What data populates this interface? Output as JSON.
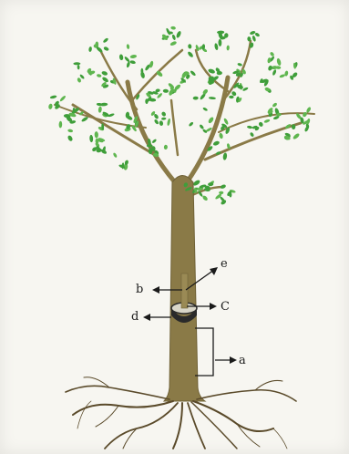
{
  "figure": {
    "labels": {
      "a": "a",
      "b": "b",
      "c": "C",
      "d": "d",
      "e": "e"
    },
    "colors": {
      "trunk": "#8a7a47",
      "trunk_dark": "#6f6136",
      "leaf": "#3f9e3a",
      "leaf_light": "#5fb64f",
      "root": "#5a4a2a",
      "arrow": "#1a1a1a",
      "ring": "#2a2a2a",
      "background": "#f7f6f1"
    }
  }
}
